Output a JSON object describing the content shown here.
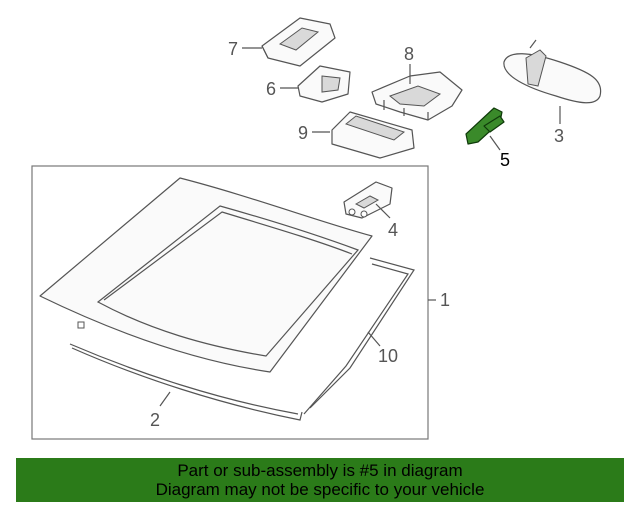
{
  "callouts": {
    "c1": "1",
    "c2": "2",
    "c3": "3",
    "c4": "4",
    "c5": "5",
    "c6": "6",
    "c7": "7",
    "c8": "8",
    "c9": "9",
    "c10": "10"
  },
  "highlight_color": "#2b7b19",
  "highlighted_part": "5",
  "footer": {
    "line1": "Part or sub-assembly is #5 in diagram",
    "line2": "Diagram may not be specific to your vehicle"
  }
}
